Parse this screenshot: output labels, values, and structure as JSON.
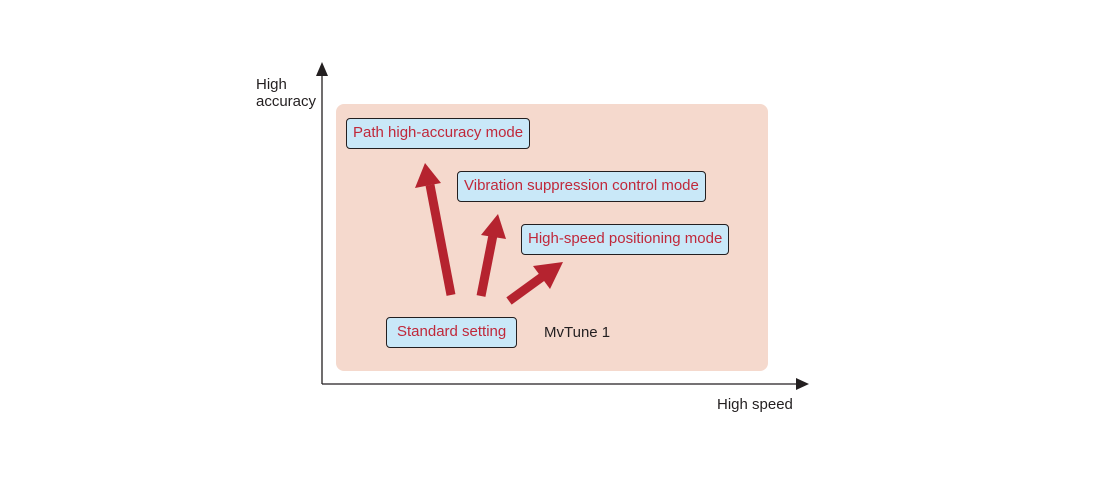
{
  "diagram": {
    "y_axis_label_line1": "High",
    "y_axis_label_line2": "accuracy",
    "x_axis_label": "High speed",
    "modes": [
      {
        "label": "Path high-accuracy mode"
      },
      {
        "label": "Vibration suppression control mode"
      },
      {
        "label": "High-speed positioning mode"
      }
    ],
    "baseline": {
      "label": "Standard setting"
    },
    "tool_label": "MvTune 1",
    "colors": {
      "panel": "#f5d9cd",
      "box_fill": "#c9e8f8",
      "text_red": "#c0283a",
      "arrow_red": "#b5232f",
      "axis": "#231f20"
    }
  }
}
